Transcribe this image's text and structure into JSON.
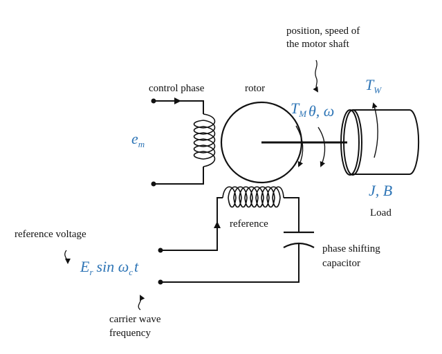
{
  "labels": {
    "position_speed_line1": "position, speed of",
    "position_speed_line2": "the motor shaft",
    "control_phase": "control phase",
    "rotor": "rotor",
    "reference": "reference",
    "load": "Load",
    "reference_voltage": "reference voltage",
    "phase_shifting_line1": "phase shifting",
    "phase_shifting_line2": "capacitor",
    "carrier_wave_line1": "carrier wave",
    "carrier_wave_line2": "frequency"
  },
  "symbols": {
    "em_main": "e",
    "em_sub": "m",
    "tm_main": "T",
    "tm_sub": "M",
    "theta_omega": "θ, ω",
    "tw_main": "T",
    "tw_sub": "W",
    "jb": "J, B",
    "er_main": "E",
    "er_sub": "r",
    "er_sin": "sin ω",
    "er_c": "c",
    "er_t": "t"
  },
  "colors": {
    "symbol": "#2e75b6",
    "line": "#111111"
  }
}
